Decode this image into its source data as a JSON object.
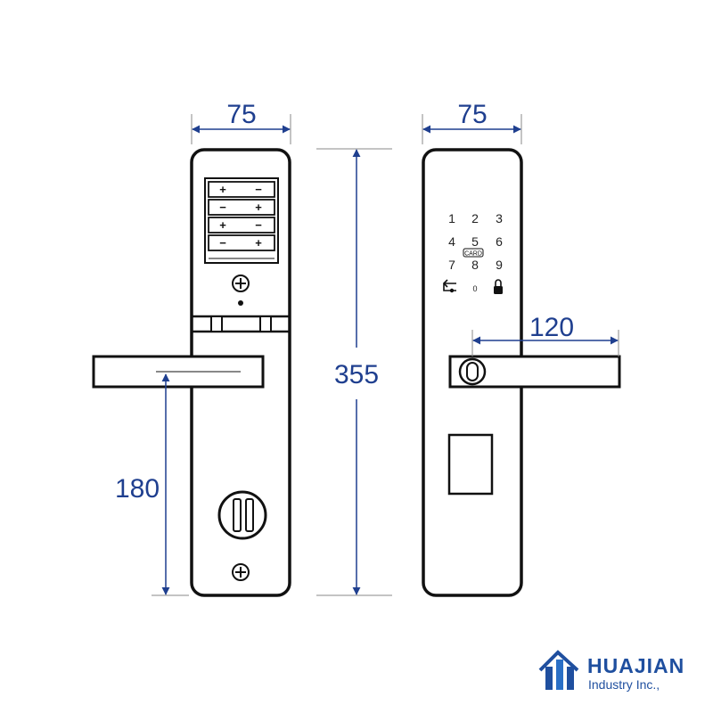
{
  "dimensions": {
    "left_width": "75",
    "right_width": "75",
    "height": "355",
    "handle_height": "180",
    "handle_length": "120"
  },
  "keypad": {
    "keys": [
      "1",
      "2",
      "3",
      "4",
      "5",
      "6",
      "7",
      "8",
      "9",
      "0"
    ],
    "card_label": "CARD"
  },
  "battery_polarity": {
    "row1": [
      "+",
      "−"
    ],
    "row2": [
      "−",
      "+"
    ],
    "row3": [
      "+",
      "−"
    ],
    "row4": [
      "−",
      "+"
    ]
  },
  "logo": {
    "name": "HUAJIAN",
    "subtitle": "Industry Inc.,"
  },
  "colors": {
    "dimension": "#1f3f8f",
    "outline": "#111111",
    "brand": "#1f4f9f"
  },
  "icons": [
    "back-arrow-icon",
    "lock-icon",
    "screw-icon",
    "thumb-turn-icon",
    "fingerprint-sensor-icon",
    "logo-house-icon"
  ]
}
